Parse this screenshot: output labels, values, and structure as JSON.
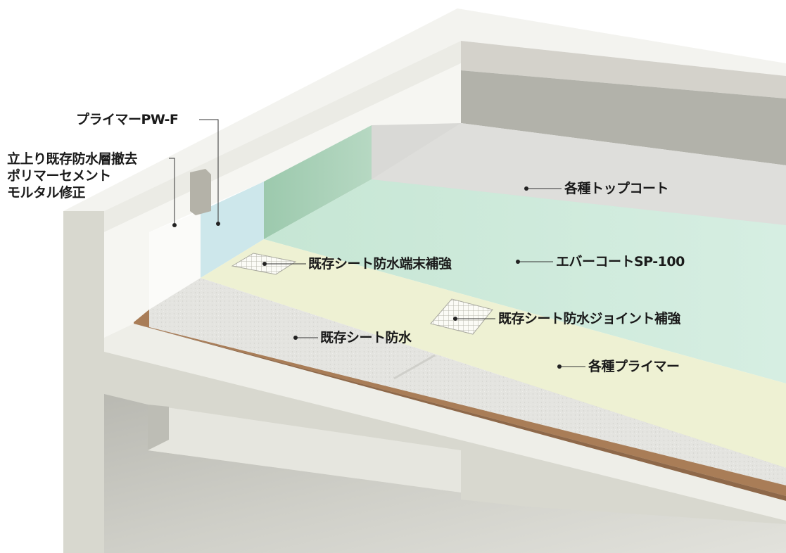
{
  "labels": {
    "primer_pwf": "プライマーPW-F",
    "upstand_lines": [
      "立上り既存防水層撤去",
      "ポリマーセメント",
      "モルタル修正"
    ],
    "top_coat": "各種トップコート",
    "evercoat": "エバーコートSP-100",
    "sheet_edge": "既存シート防水端末補強",
    "sheet_joint": "既存シート防水ジョイント補強",
    "existing_sheet": "既存シート防水",
    "primer": "各種プライマー"
  },
  "colors": {
    "concrete": "#d6d6cc",
    "parapet_top": "#f2f2ee",
    "top_coat": "#dcdcda",
    "evercoat": "#cfe9dc",
    "primer": "#eef1d2",
    "sheet": "#e6e6e2",
    "brown_layer": "#a87c55",
    "upstand_white": "#fafaf8",
    "upstand_blue": "#cfe6ea"
  }
}
